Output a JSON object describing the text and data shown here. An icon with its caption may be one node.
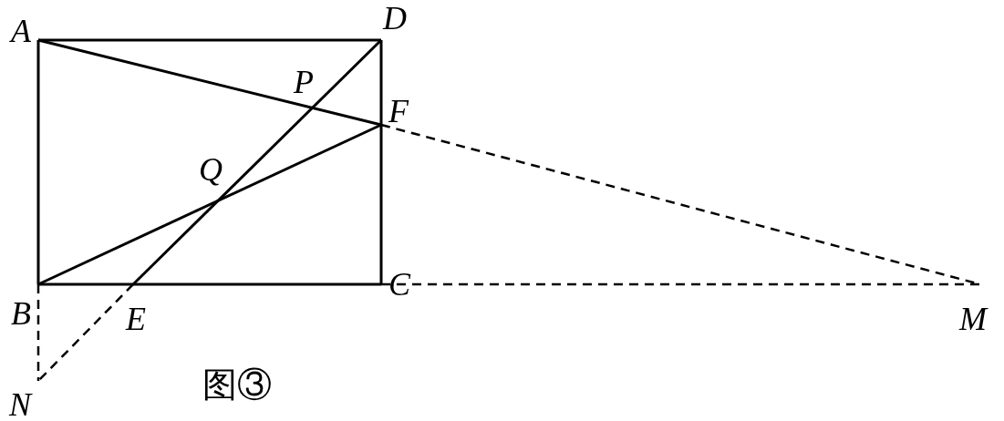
{
  "diagram": {
    "caption": "图③",
    "nodes": [
      {
        "text": [
          "A"
        ]
      },
      {
        "text": [
          "D"
        ]
      },
      {
        "text": [
          "B"
        ]
      },
      {
        "text": [
          "C"
        ]
      },
      {
        "text": [
          "F"
        ]
      },
      {
        "text": [
          "E"
        ]
      },
      {
        "text": [
          "M"
        ]
      },
      {
        "text": [
          "N"
        ]
      }
    ],
    "edges": [
      {
        "from": 0,
        "to": 1,
        "arrow": "none"
      },
      {
        "from": 1,
        "to": 3,
        "arrow": "none"
      },
      {
        "from": 2,
        "to": 3,
        "arrow": "none"
      },
      {
        "from": 0,
        "to": 2,
        "arrow": "none"
      },
      {
        "from": 0,
        "to": 4,
        "arrow": "none"
      },
      {
        "from": 2,
        "to": 4,
        "arrow": "none"
      },
      {
        "from": 1,
        "to": 5,
        "arrow": "none"
      },
      {
        "from": 5,
        "to": 7,
        "arrow": "none",
        "style": "dashed"
      },
      {
        "from": 2,
        "to": 7,
        "arrow": "none",
        "style": "dashed"
      },
      {
        "from": 4,
        "to": 6,
        "arrow": "none",
        "style": "dashed"
      },
      {
        "from": 3,
        "to": 6,
        "arrow": "none",
        "style": "dashed"
      }
    ],
    "labels": [
      "P",
      "Q"
    ]
  }
}
